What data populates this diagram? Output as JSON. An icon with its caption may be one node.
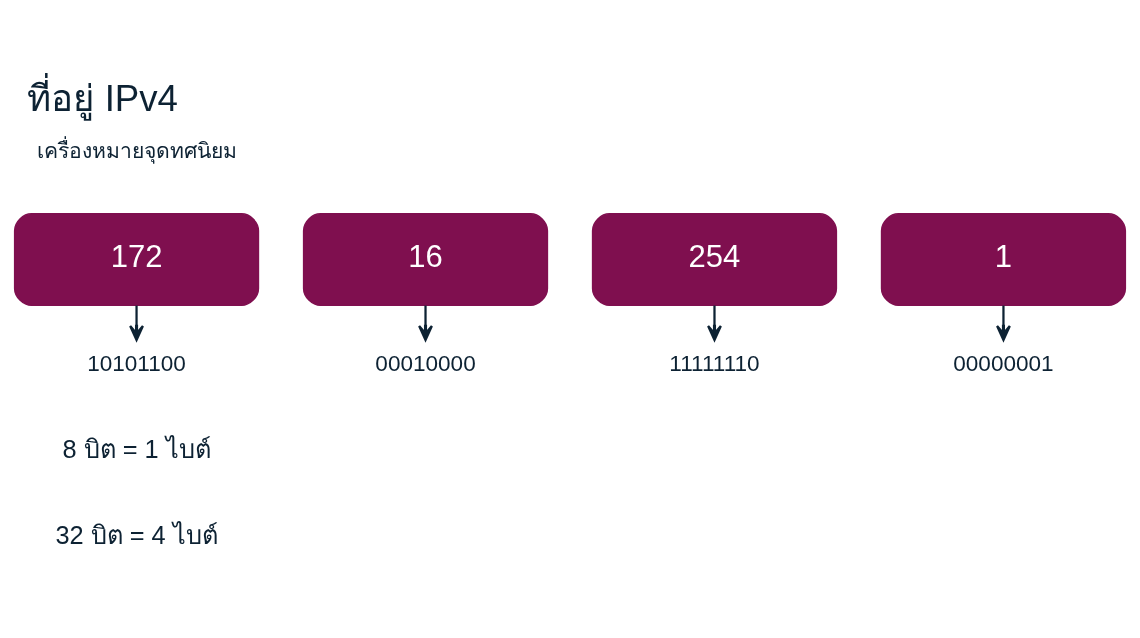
{
  "diagram": {
    "title": "ที่อยู่ IPv4",
    "nodes": [
      {
        "text": [
          "172"
        ]
      },
      {
        "text": [
          "16"
        ]
      },
      {
        "text": [
          "254"
        ]
      },
      {
        "text": [
          "1"
        ]
      },
      {
        "text": [
          "10101100"
        ]
      },
      {
        "text": [
          "00010000"
        ]
      },
      {
        "text": [
          "11111110"
        ]
      },
      {
        "text": [
          "00000001"
        ]
      }
    ],
    "edges": [
      {
        "from": 0,
        "to": 4,
        "arrow": "to"
      },
      {
        "from": 1,
        "to": 5,
        "arrow": "to"
      },
      {
        "from": 2,
        "to": 6,
        "arrow": "to"
      },
      {
        "from": 3,
        "to": 7,
        "arrow": "to"
      }
    ],
    "labels": [
      "เครื่องหมายจุดทศนิยม",
      "8 บิต = 1 ไบต์",
      "32 บิต = 4 ไบต์"
    ]
  }
}
